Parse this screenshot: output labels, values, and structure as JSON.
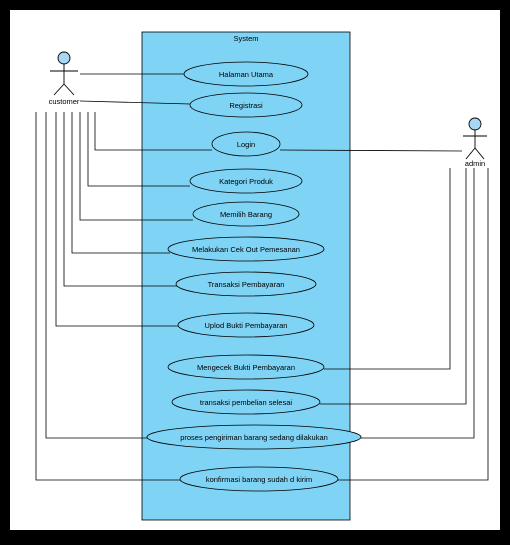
{
  "diagram": {
    "system_label": "System",
    "actors": {
      "customer": {
        "label": "customer"
      },
      "admin": {
        "label": "admin"
      }
    },
    "use_cases": [
      {
        "id": "halaman-utama",
        "label": "Halaman Utama"
      },
      {
        "id": "registrasi",
        "label": "Registrasi"
      },
      {
        "id": "login",
        "label": "Login"
      },
      {
        "id": "kategori-produk",
        "label": "Kategori Produk"
      },
      {
        "id": "memilih-barang",
        "label": "Memilih Barang"
      },
      {
        "id": "cek-out",
        "label": "Melakukan Cek Out Pemesanan"
      },
      {
        "id": "transaksi-pembayaran",
        "label": "Transaksi Pembayaran"
      },
      {
        "id": "uplod-bukti",
        "label": "Uplod Bukti Pembayaran"
      },
      {
        "id": "mengecek-bukti",
        "label": "Mengecek Bukti Pembayaran"
      },
      {
        "id": "transaksi-selesai",
        "label": "transaksi pembelian selesai"
      },
      {
        "id": "proses-pengiriman",
        "label": "proses pengiriman barang sedang dilakukan"
      },
      {
        "id": "konfirmasi",
        "label": "konfirmasi barang sudah d kirim"
      }
    ],
    "colors": {
      "frame": "#000000",
      "paper": "#ffffff",
      "system_fill": "#7fd3f5",
      "use_case_fill": "#7fd3f5",
      "actor_head": "#a6d8f5",
      "line": "#000000"
    }
  }
}
